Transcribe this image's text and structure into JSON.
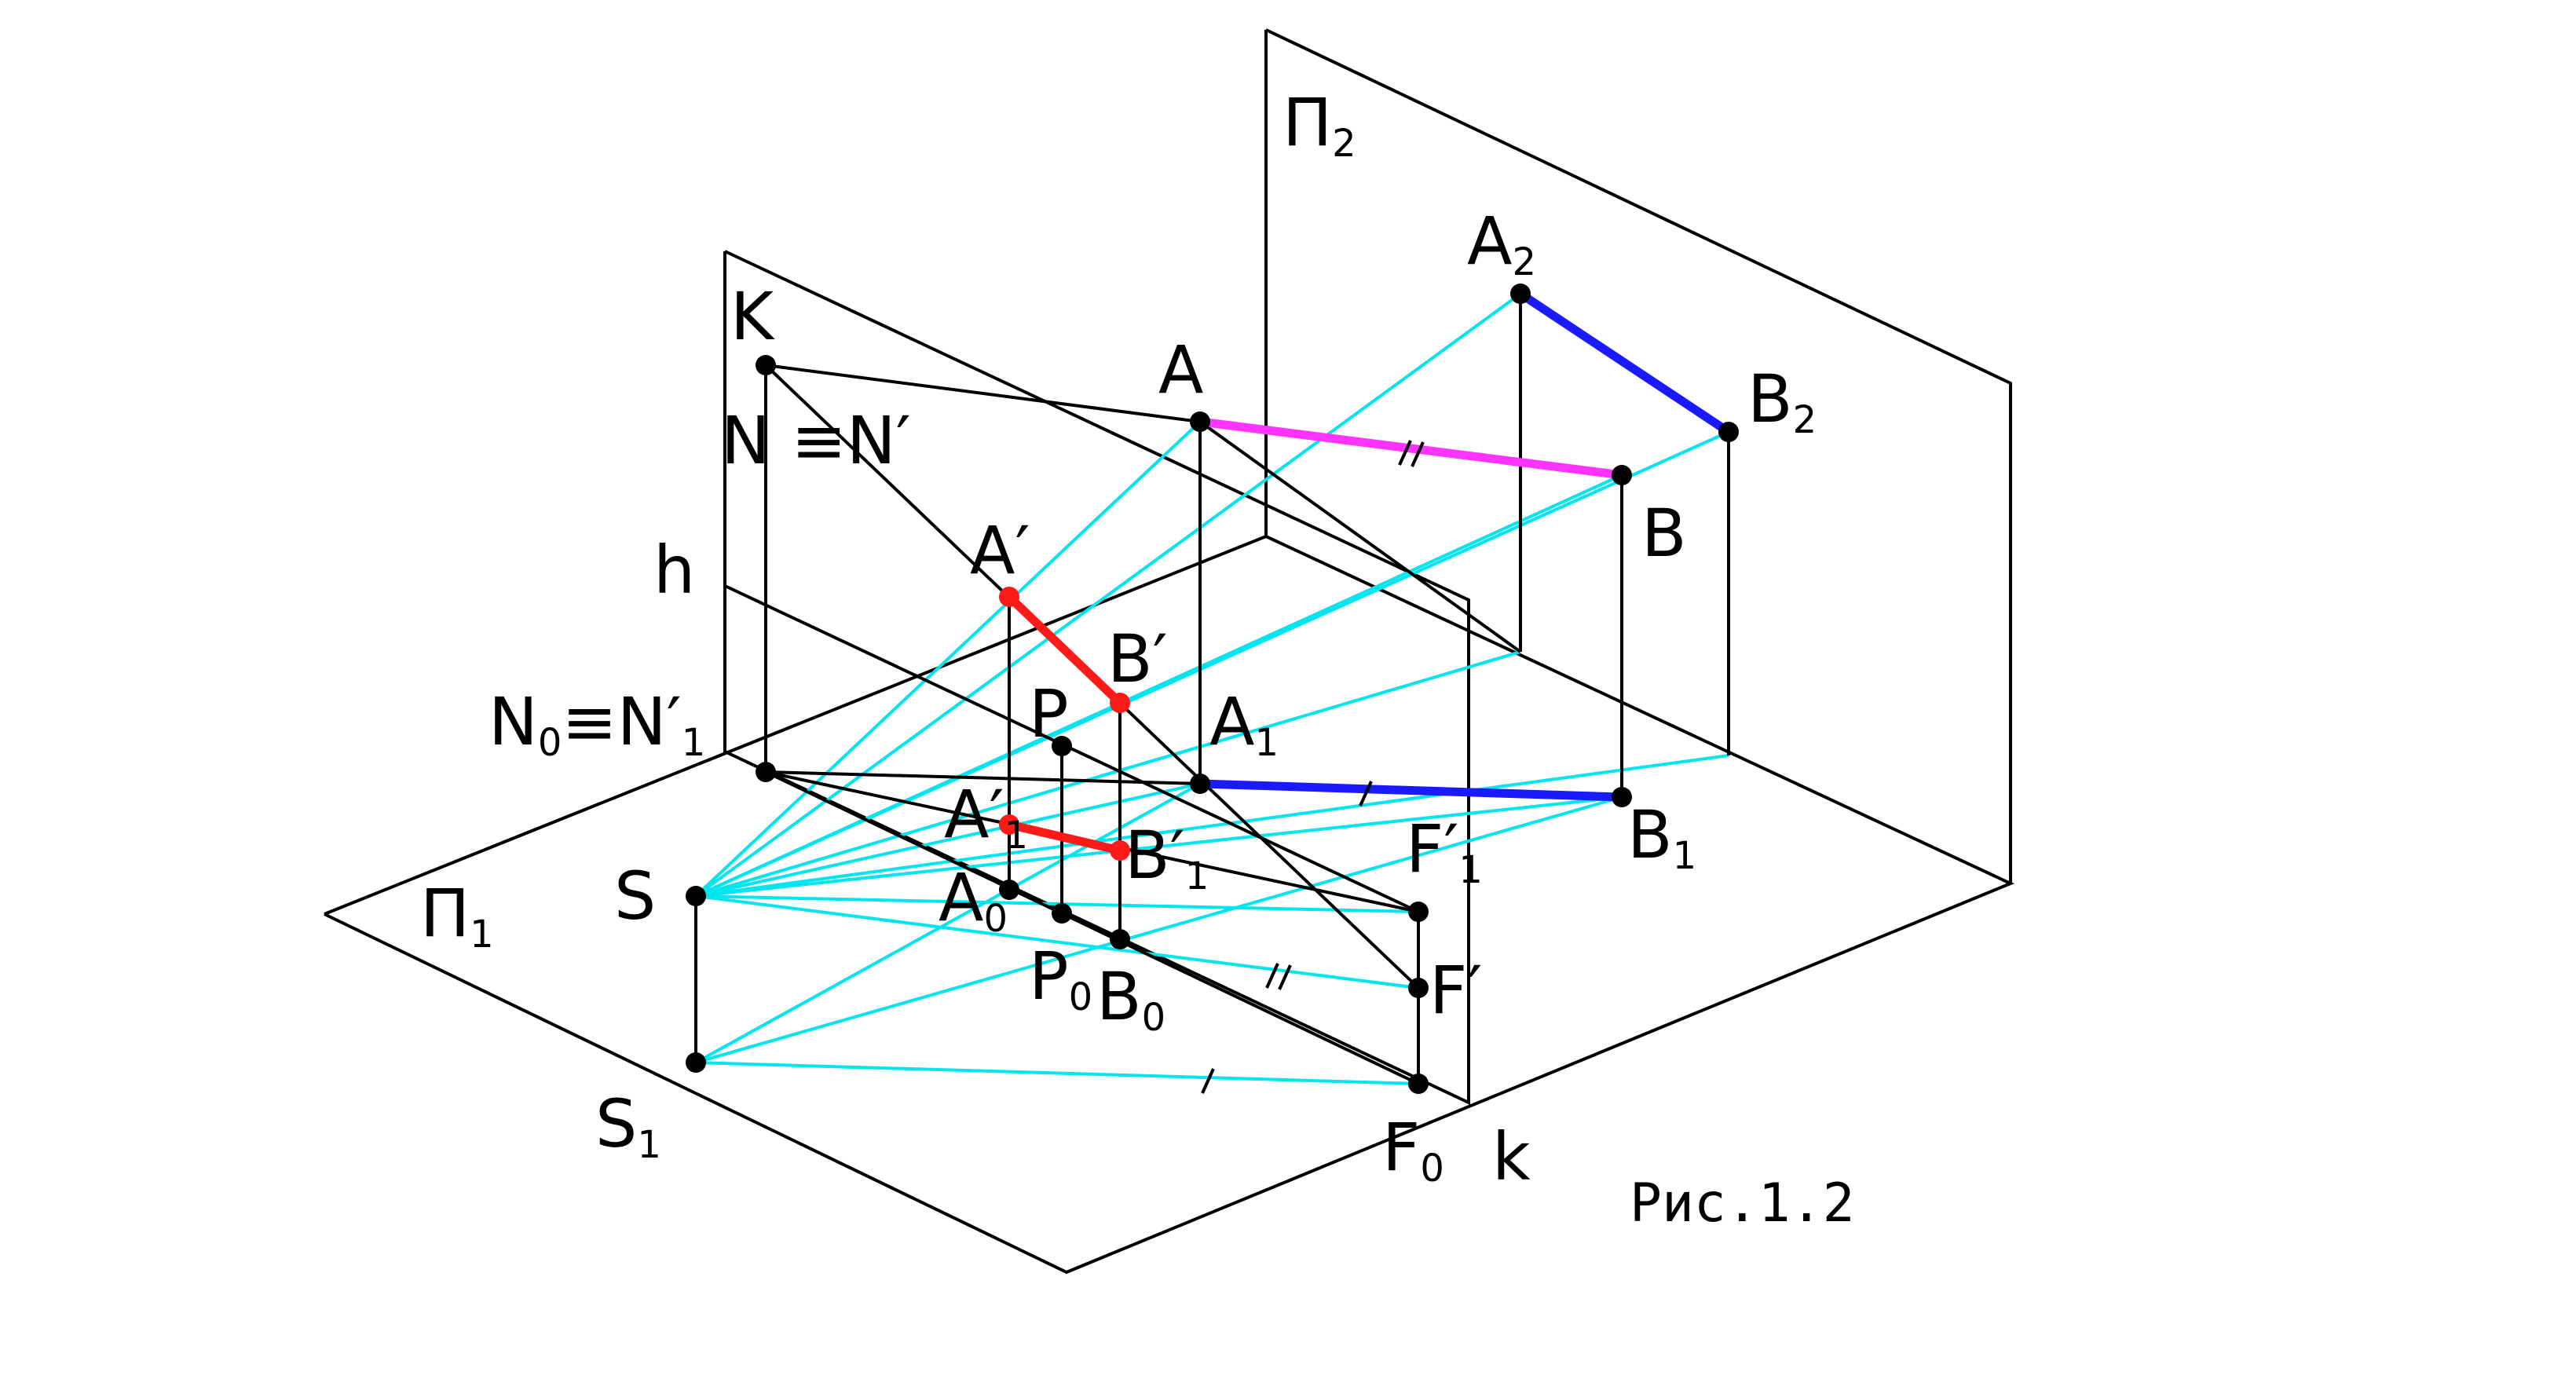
{
  "figure": {
    "caption": "Рис.1.2",
    "colors": {
      "frame": "#000000",
      "projection_rays": "#00e5ee",
      "segment_AB": "#ff33ff",
      "segment_projections_plane": "#1a1aff",
      "segment_perspective": "#ff1a1a",
      "points": "#000000"
    }
  },
  "labels": {
    "pi2": {
      "main": "Π",
      "sub": "2"
    },
    "pi1": {
      "main": "Π",
      "sub": "1"
    },
    "K": {
      "main": "K",
      "sub": ""
    },
    "N": {
      "main": "N ≡N′",
      "sub": ""
    },
    "h": {
      "main": "h",
      "sub": ""
    },
    "N0": {
      "main": "N",
      "sub": "0",
      "main2": "≡N′",
      "sub2": "1"
    },
    "A": {
      "main": "A",
      "sub": ""
    },
    "A2": {
      "main": "A",
      "sub": "2"
    },
    "B2": {
      "main": "B",
      "sub": "2"
    },
    "B": {
      "main": "B",
      "sub": ""
    },
    "Aprime": {
      "main": "A′",
      "sub": ""
    },
    "Bprime": {
      "main": "B′",
      "sub": ""
    },
    "P": {
      "main": "P",
      "sub": ""
    },
    "A1": {
      "main": "A",
      "sub": "1"
    },
    "B1": {
      "main": "B",
      "sub": "1"
    },
    "A1prime": {
      "main": "A′",
      "sub": "1"
    },
    "B1prime": {
      "main": "B′",
      "sub": "1"
    },
    "S": {
      "main": "S",
      "sub": ""
    },
    "S1": {
      "main": "S",
      "sub": "1"
    },
    "A0": {
      "main": "A",
      "sub": "0"
    },
    "P0": {
      "main": "P",
      "sub": "0"
    },
    "B0": {
      "main": "B",
      "sub": "0"
    },
    "F1prime": {
      "main": "F′",
      "sub": "1"
    },
    "Fprime": {
      "main": "F′",
      "sub": ""
    },
    "F0": {
      "main": "F",
      "sub": "0"
    },
    "k": {
      "main": "k",
      "sub": ""
    }
  },
  "parallel_marks": {
    "double": "//",
    "single": "/"
  }
}
